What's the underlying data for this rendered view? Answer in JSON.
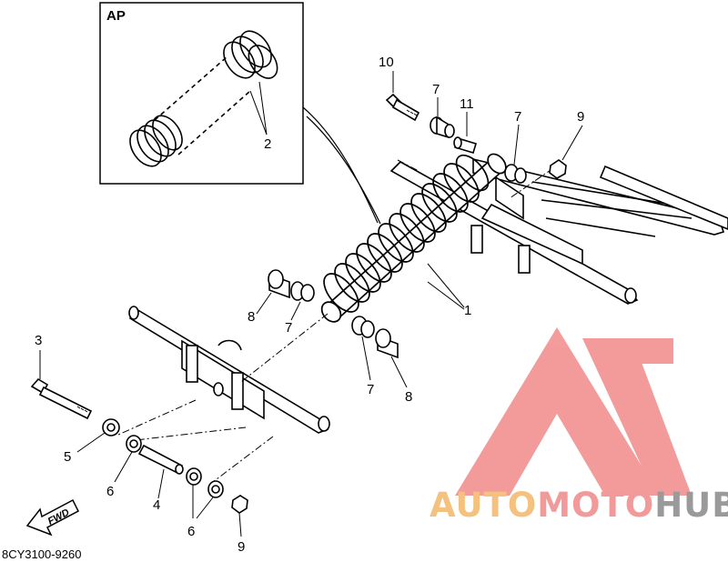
{
  "inset": {
    "label": "AP"
  },
  "callouts": {
    "c1": "1",
    "c2": "2",
    "c3": "3",
    "c4": "4",
    "c5": "5",
    "c6a": "6",
    "c6b": "6",
    "c7a": "7",
    "c7b": "7",
    "c7c": "7",
    "c7d": "7",
    "c8a": "8",
    "c8b": "8",
    "c9a": "9",
    "c9b": "9",
    "c10": "10",
    "c11": "11"
  },
  "fwd_label": "FWD",
  "diagram_code": "8CY3100-9260",
  "watermark": {
    "part1": "AUTO",
    "part2": "MOTO",
    "part3": "HUB",
    "colors": {
      "auto": "#f4c27e",
      "moto": "#f29a9a",
      "hub": "#9a9a9a",
      "logo": "#f07a7a"
    }
  },
  "icons": {
    "fwd_arrow": "arrow-left-icon",
    "logo": "triangle-logo-icon"
  }
}
